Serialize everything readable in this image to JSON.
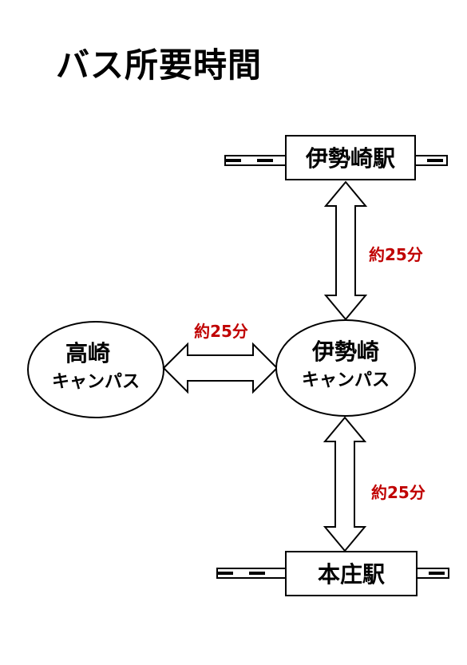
{
  "title": "バス所要時間",
  "nodes": {
    "isesaki_station": "伊勢崎駅",
    "honjo_station": "本庄駅",
    "takasaki_campus": {
      "line1": "高崎",
      "line2": "キャンパス"
    },
    "isesaki_campus": {
      "line1": "伊勢崎",
      "line2": "キャンパス"
    }
  },
  "times": {
    "campus_to_isesaki_station": "約25分",
    "takasaki_to_isesaki_campus": "約25分",
    "campus_to_honjo_station": "約25分"
  },
  "colors": {
    "time_label": "#c00000",
    "line": "#000000"
  }
}
